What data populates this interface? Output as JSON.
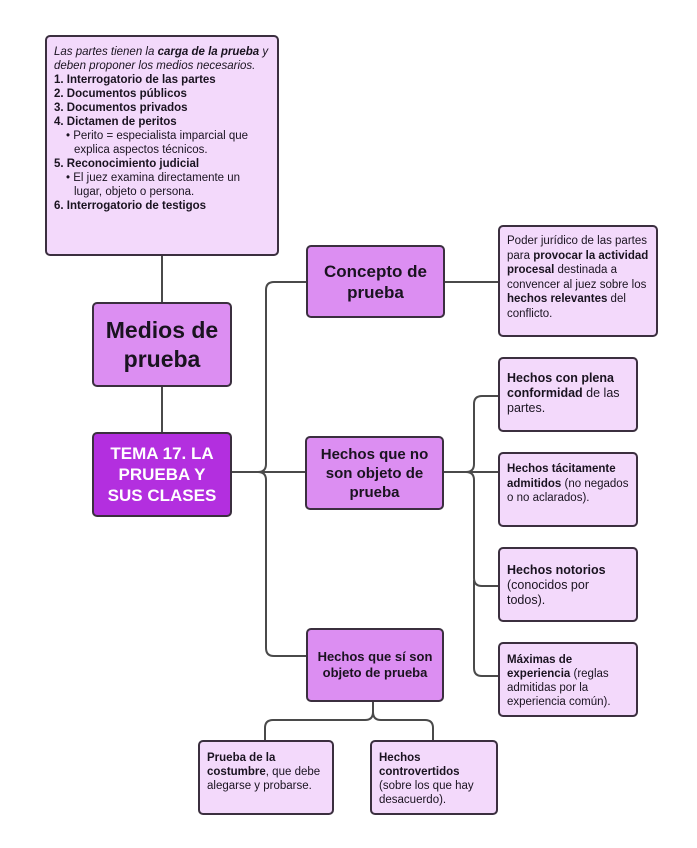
{
  "medios_box": {
    "intro_pre": "Las partes tienen la ",
    "intro_bold": "carga de la prueba",
    "intro_post": " y deben proponer los medios necesarios.",
    "items": [
      "1. Interrogatorio de las partes",
      "2. Documentos públicos",
      "3. Documentos privados",
      "4. Dictamen de peritos",
      "5. Reconocimiento judicial",
      "6. Interrogatorio de testigos"
    ],
    "sub_peritos": "• Perito = especialista imparcial que explica aspectos técnicos.",
    "sub_reconocimiento": "• El juez examina directamente un lugar, objeto o persona."
  },
  "nodes": {
    "medios": "Medios de prueba",
    "tema": "TEMA 17. LA PRUEBA Y SUS CLASES",
    "concepto": "Concepto de prueba",
    "no_objeto": "Hechos que no son objeto de prueba",
    "si_objeto": "Hechos que sí son objeto de prueba"
  },
  "concepto_note": {
    "t1": "Poder jurídico de las partes para ",
    "b1": "provocar la actividad procesal",
    "t2": " destinada a convencer al juez sobre los ",
    "b2": "hechos relevantes",
    "t3": " del conflicto."
  },
  "no_objeto_notes": [
    {
      "bold": "Hechos con plena conformidad",
      "text": " de las partes."
    },
    {
      "bold": "Hechos tácitamente admitidos",
      "text": " (no negados o no aclarados)."
    },
    {
      "bold": "Hechos notorios",
      "text": " (conocidos por todos)."
    },
    {
      "bold": "Máximas de experiencia",
      "text": " (reglas admitidas por la experiencia común)."
    }
  ],
  "si_objeto_notes": [
    {
      "bold": "Prueba de la costumbre",
      "text": ", que debe alegarse y probarse."
    },
    {
      "bold": "Hechos controvertidos",
      "text": " (sobre los que hay desacuerdo)."
    }
  ],
  "colors": {
    "root": "#b32fdf",
    "node": "#dc8ef2",
    "note": "#f3d9fb",
    "border": "#3b2f3f"
  }
}
